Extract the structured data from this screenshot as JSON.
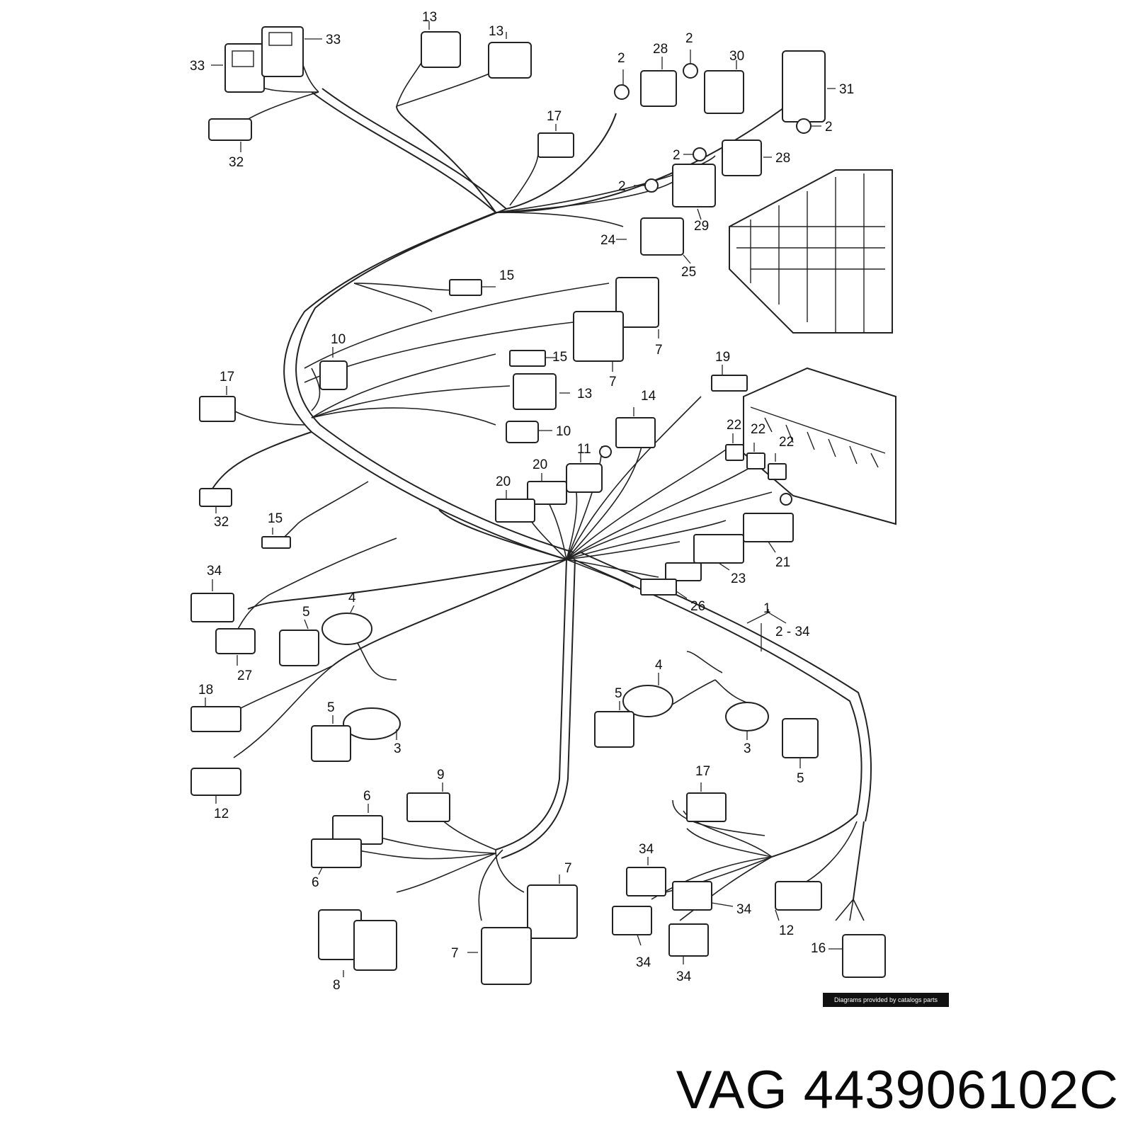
{
  "brand": "VAG",
  "part_number": "443906102C",
  "credit": "Diagrams provided by catalogs parts",
  "assembly_label": "1",
  "assembly_range": "2 - 34",
  "callouts": [
    "33",
    "33",
    "13",
    "13",
    "2",
    "28",
    "2",
    "30",
    "31",
    "2",
    "32",
    "17",
    "2",
    "28",
    "2",
    "29",
    "24",
    "25",
    "15",
    "7",
    "7",
    "10",
    "15",
    "13",
    "17",
    "10",
    "19",
    "14",
    "22",
    "22",
    "22",
    "11",
    "20",
    "20",
    "32",
    "15",
    "21",
    "23",
    "26",
    "34",
    "4",
    "5",
    "27",
    "18",
    "5",
    "3",
    "12",
    "4",
    "5",
    "3",
    "5",
    "9",
    "6",
    "6",
    "7",
    "7",
    "8",
    "17",
    "34",
    "34",
    "12",
    "16",
    "34",
    "34"
  ]
}
